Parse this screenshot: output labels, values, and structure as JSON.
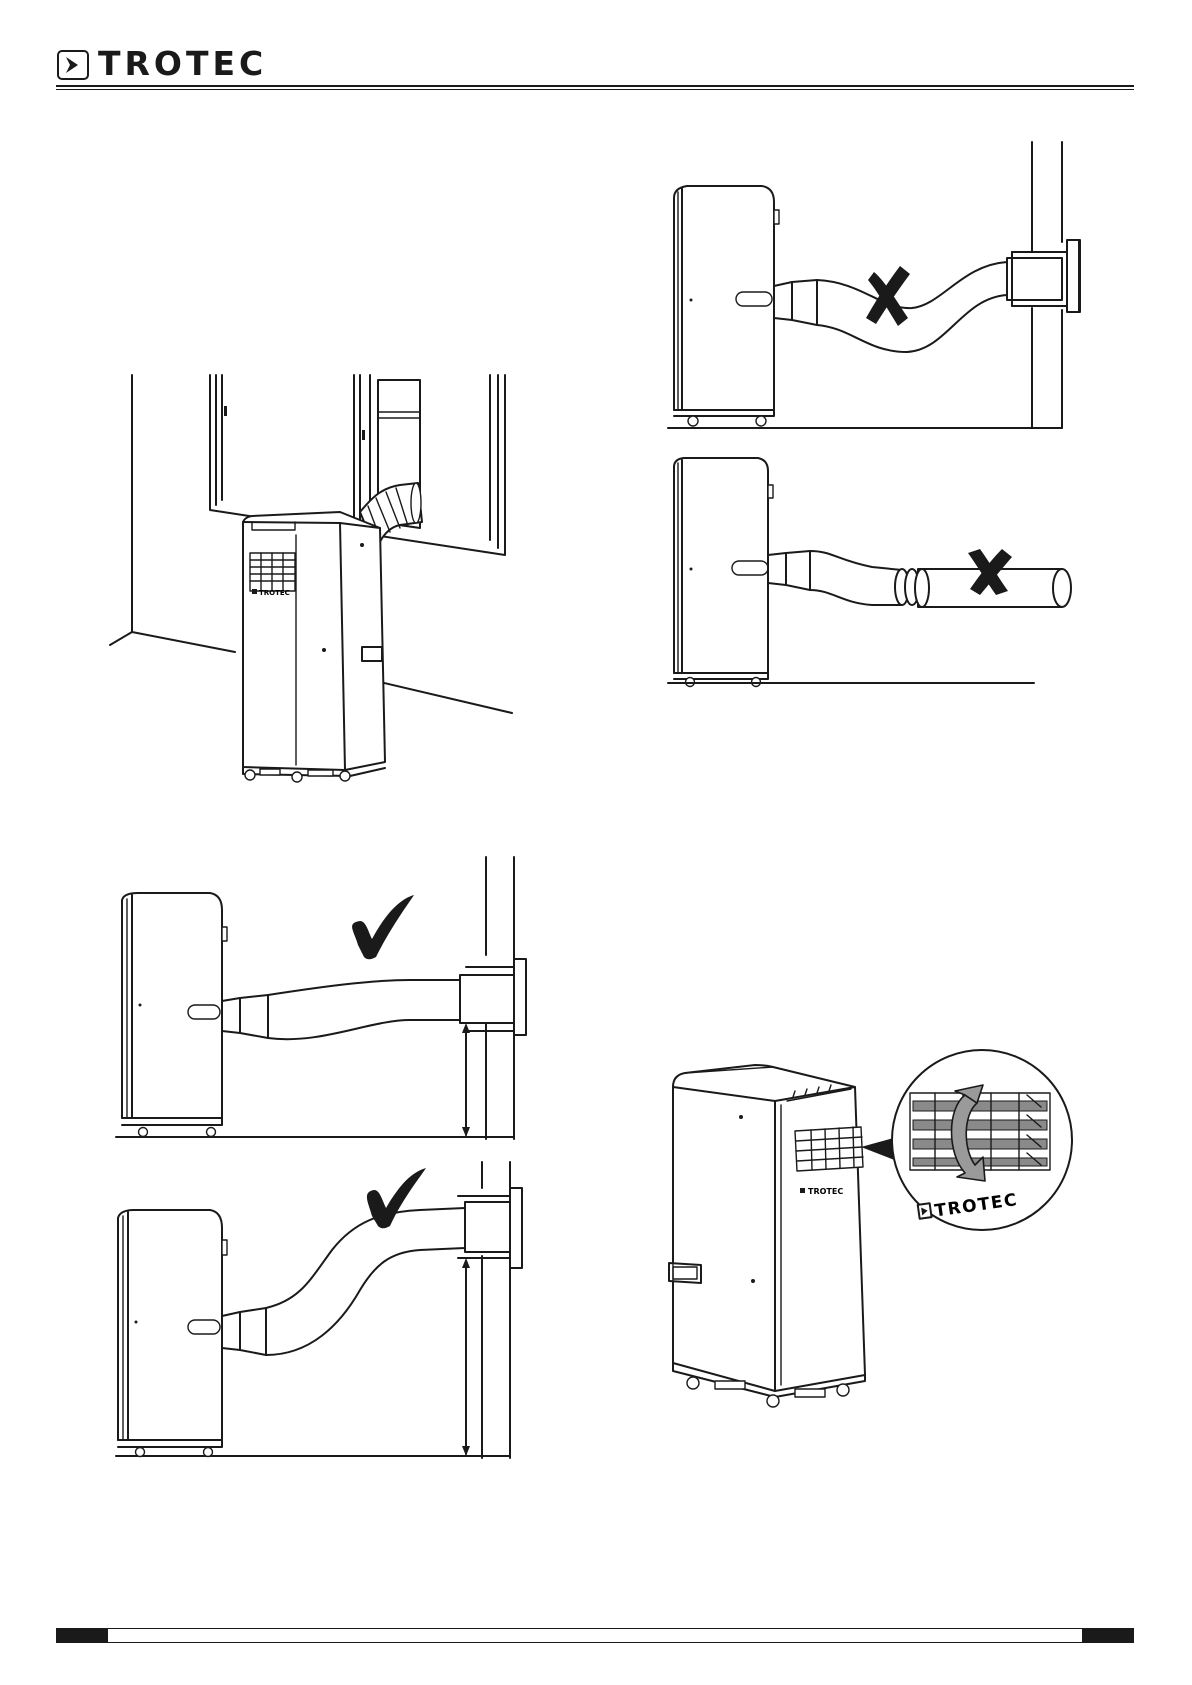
{
  "header": {
    "brand": "TROTEC"
  },
  "figures": {
    "room_unit_brand": "TROTEC",
    "louver_unit_brand": "TROTEC",
    "louver_detail_brand": "TROTEC"
  },
  "icons": [
    "trotec-logo-icon",
    "check-icon",
    "cross-icon",
    "arrow-icon"
  ]
}
